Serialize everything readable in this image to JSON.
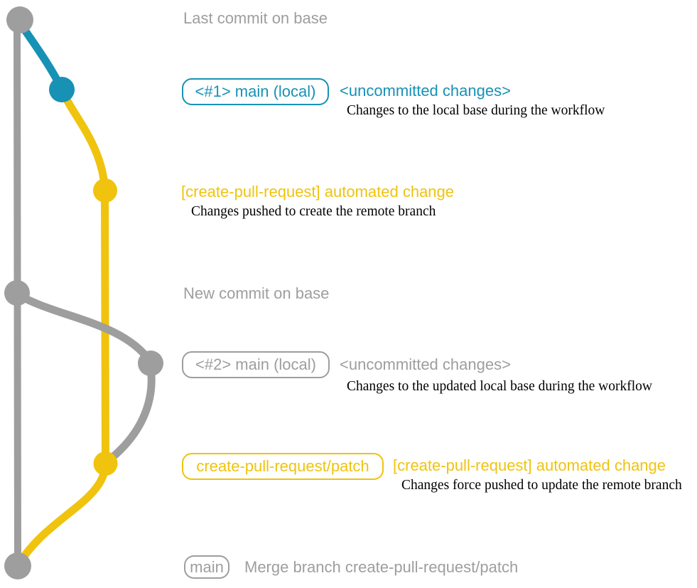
{
  "colors": {
    "gray": "#9e9e9e",
    "teal": "#1792b5",
    "yellow": "#f0c30e",
    "desc_text": "#000000"
  },
  "diagram": {
    "type": "git-branch-graph",
    "annotations": {
      "last_commit": "Last commit on base",
      "new_commit": "New commit on base"
    },
    "branch_labels": {
      "main_local_1": "<#1> main (local)",
      "main_local_2": "<#2> main (local)",
      "cpr_patch": "create-pull-request/patch",
      "main": "main"
    },
    "commits": {
      "uncommitted_1": {
        "title": "<uncommitted changes>",
        "desc": "Changes to the local base during the workflow"
      },
      "automated_1": {
        "title": "[create-pull-request] automated change",
        "desc": "Changes pushed to create the remote branch"
      },
      "uncommitted_2": {
        "title": "<uncommitted changes>",
        "desc": "Changes to the updated local base during the workflow"
      },
      "automated_2": {
        "title": "[create-pull-request] automated change",
        "desc": "Changes force pushed to update the remote branch"
      },
      "merge": {
        "title": "Merge branch create-pull-request/patch"
      }
    }
  }
}
